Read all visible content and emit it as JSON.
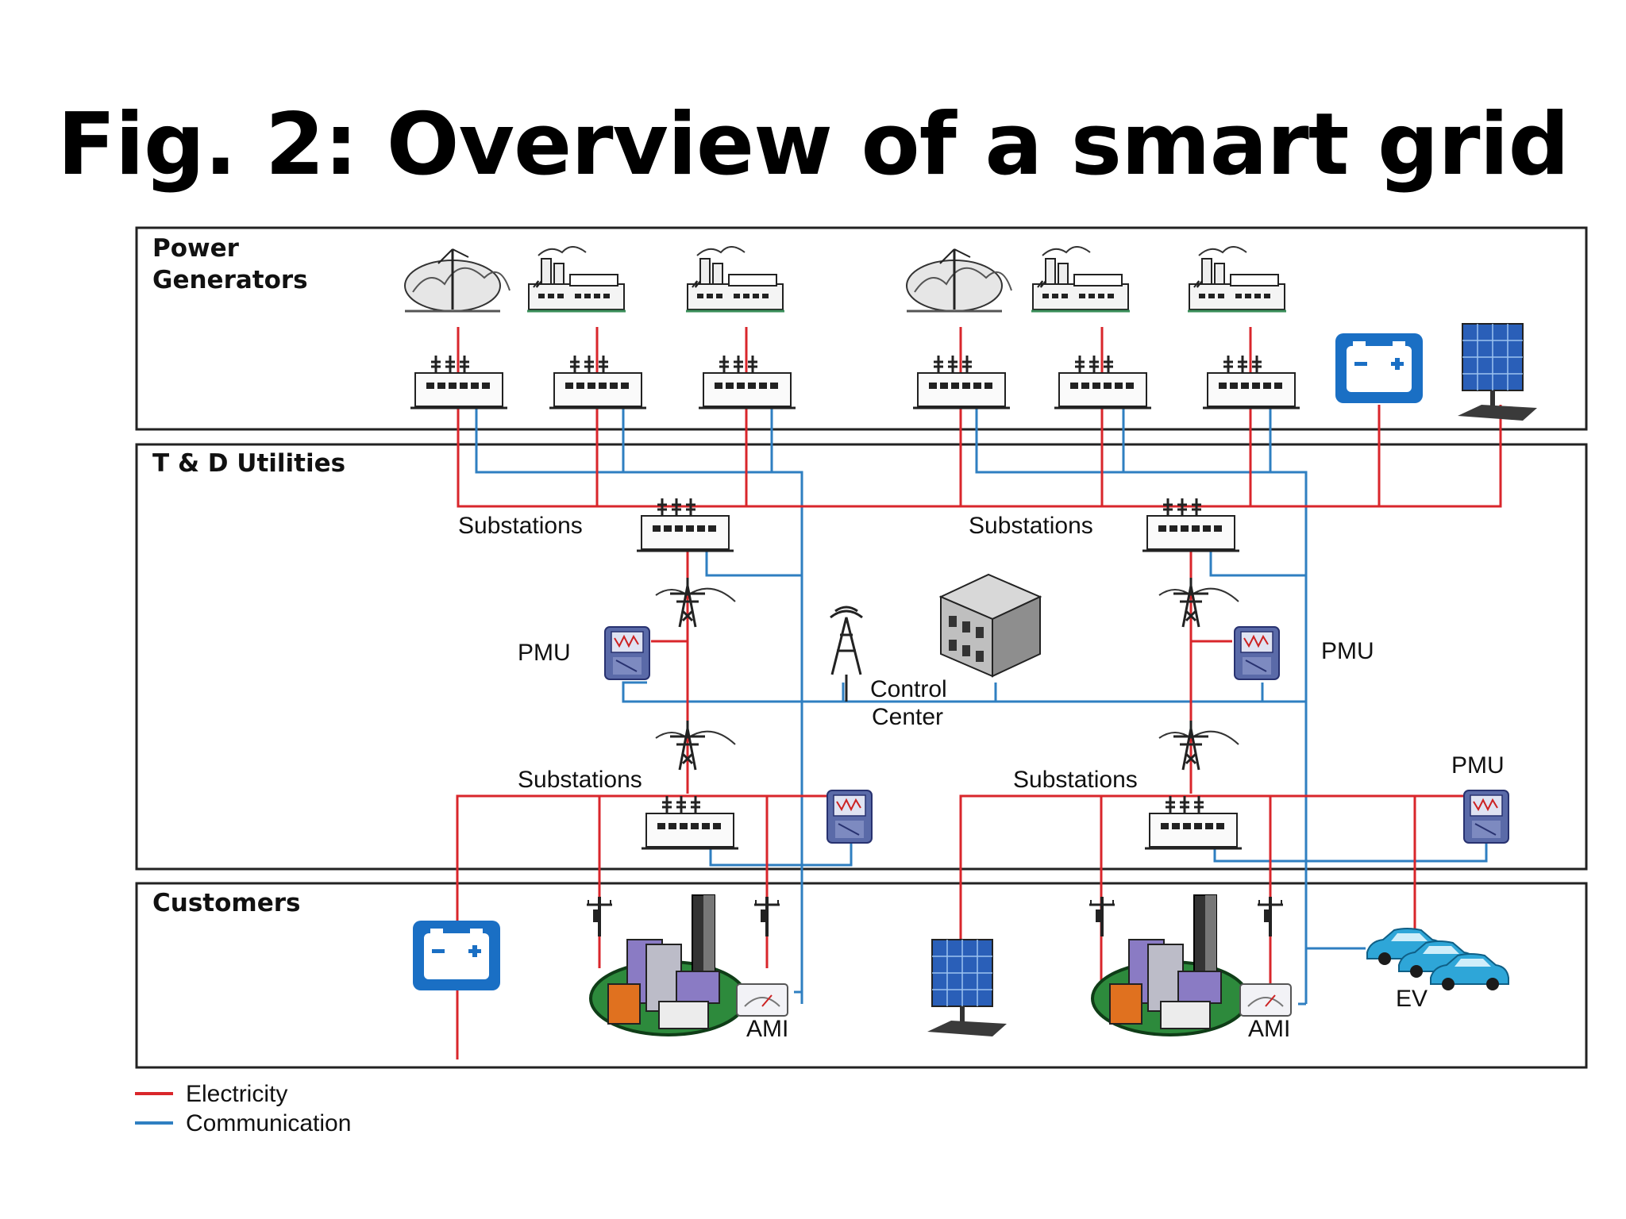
{
  "title": "Fig. 2: Overview of a smart grid",
  "sections": {
    "generators": "Power\nGenerators",
    "utilities": "T & D Utilities",
    "customers": "Customers"
  },
  "labels": {
    "substations": "Substations",
    "pmu": "PMU",
    "control_center_1": "Control",
    "control_center_2": "Center",
    "ami": "AMI",
    "ev": "EV"
  },
  "legend": [
    {
      "label": "Electricity",
      "color": "#d9262b"
    },
    {
      "label": "Communication",
      "color": "#2f7fc1"
    }
  ],
  "colors": {
    "electricity": "#d9262b",
    "communication": "#2f7fc1",
    "battery": "#1a6fc4",
    "frame": "#222222"
  }
}
